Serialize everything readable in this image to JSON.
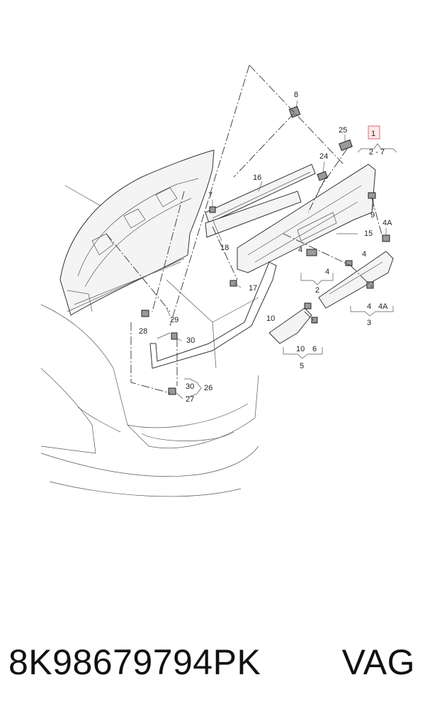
{
  "diagram": {
    "labels": {
      "l1": "1",
      "l2_7": "2 - 7",
      "l2": "2",
      "l3": "3",
      "l4a": "4",
      "l4b": "4",
      "l4c": "4",
      "l4d": "4",
      "l4A_top": "4A",
      "l4A_bot": "4A",
      "l5": "5",
      "l6": "6",
      "l7": "7",
      "l8": "8",
      "l9": "9",
      "l10a": "10",
      "l10b": "10",
      "l15": "15",
      "l16": "16",
      "l17": "17",
      "l18": "18",
      "l24": "24",
      "l25": "25",
      "l26": "26",
      "l27": "27",
      "l28": "28",
      "l29": "29",
      "l30a": "30",
      "l30b": "30"
    }
  },
  "caption": {
    "part_number": "8K98679794PK",
    "brand": "VAG"
  }
}
